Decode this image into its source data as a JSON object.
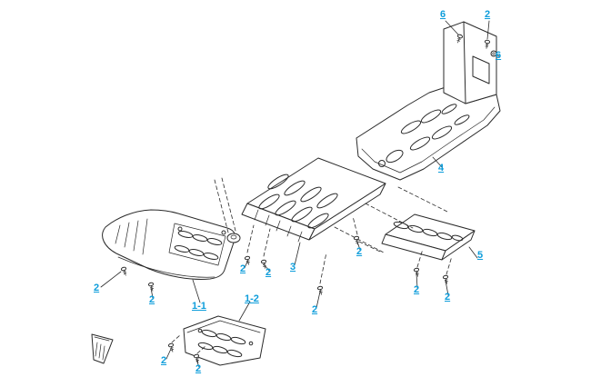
{
  "diagram": {
    "background_color": "#ffffff",
    "line_color": "#2a2a2a",
    "callout_color": "#0d9ddb"
  },
  "callouts": [
    {
      "id": "6-top",
      "label": "6"
    },
    {
      "id": "2-top",
      "label": "2"
    },
    {
      "id": "6-right",
      "label": "6"
    },
    {
      "id": "4",
      "label": "4"
    },
    {
      "id": "3",
      "label": "3"
    },
    {
      "id": "2-center-left",
      "label": "2"
    },
    {
      "id": "2-center-right",
      "label": "2"
    },
    {
      "id": "1-1",
      "label": "1-1"
    },
    {
      "id": "1-2",
      "label": "1-2"
    },
    {
      "id": "2-far-left",
      "label": "2"
    },
    {
      "id": "2-left",
      "label": "2"
    },
    {
      "id": "2-mid-bottom",
      "label": "2"
    },
    {
      "id": "2-upper-right",
      "label": "2"
    },
    {
      "id": "2-part5-left",
      "label": "2"
    },
    {
      "id": "2-part5-right",
      "label": "2"
    },
    {
      "id": "5",
      "label": "5"
    },
    {
      "id": "2-bottom-left",
      "label": "2"
    },
    {
      "id": "2-bottom-right",
      "label": "2"
    }
  ]
}
